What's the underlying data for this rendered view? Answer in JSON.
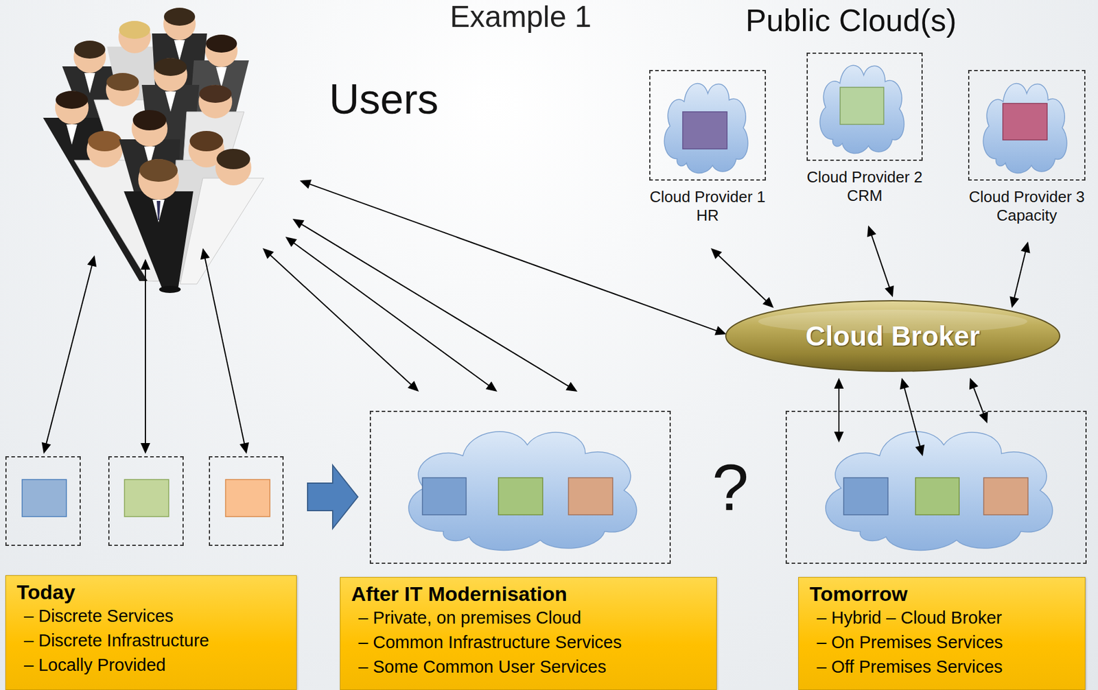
{
  "diagram": {
    "title": "Example 1",
    "nodes": [
      {
        "text": [
          "Users"
        ]
      },
      {
        "text": []
      },
      {
        "text": []
      },
      {
        "text": []
      },
      {
        "text": [
          "Today",
          "– Discrete Services",
          "– Discrete Infrastructure",
          "– Locally Provided"
        ]
      },
      {
        "text": []
      },
      {
        "text": [
          "After IT Modernisation",
          "– Private, on premises Cloud",
          "– Common Infrastructure Services",
          "– Some Common User Services"
        ]
      },
      {
        "text": []
      },
      {
        "text": [
          "Tomorrow",
          "– Hybrid – Cloud Broker",
          "– On Premises Services",
          "– Off Premises Services"
        ]
      },
      {
        "text": [
          "Cloud Broker"
        ]
      },
      {
        "text": [
          "Cloud Provider 1 HR"
        ]
      },
      {
        "text": [
          "Cloud Provider 2 CRM"
        ]
      },
      {
        "text": [
          "Cloud Provider 3 Capacity"
        ]
      }
    ],
    "edges": [
      {
        "from": 0,
        "to": 1,
        "arrow": "both"
      },
      {
        "from": 0,
        "to": 2,
        "arrow": "both"
      },
      {
        "from": 0,
        "to": 3,
        "arrow": "both"
      },
      {
        "from": 0,
        "to": 5,
        "arrow": "both"
      },
      {
        "from": 0,
        "to": 5,
        "arrow": "both"
      },
      {
        "from": 0,
        "to": 5,
        "arrow": "both"
      },
      {
        "from": 0,
        "to": 9,
        "arrow": "both"
      },
      {
        "from": 9,
        "to": 10,
        "arrow": "both"
      },
      {
        "from": 9,
        "to": 11,
        "arrow": "both"
      },
      {
        "from": 9,
        "to": 12,
        "arrow": "both"
      },
      {
        "from": 9,
        "to": 7,
        "arrow": "both"
      },
      {
        "from": 9,
        "to": 7,
        "arrow": "both"
      },
      {
        "from": 9,
        "to": 7,
        "arrow": "both"
      },
      {
        "from": 3,
        "to": 5,
        "arrow": "to"
      }
    ],
    "labels": [
      "Public Cloud(s)",
      "?"
    ]
  }
}
